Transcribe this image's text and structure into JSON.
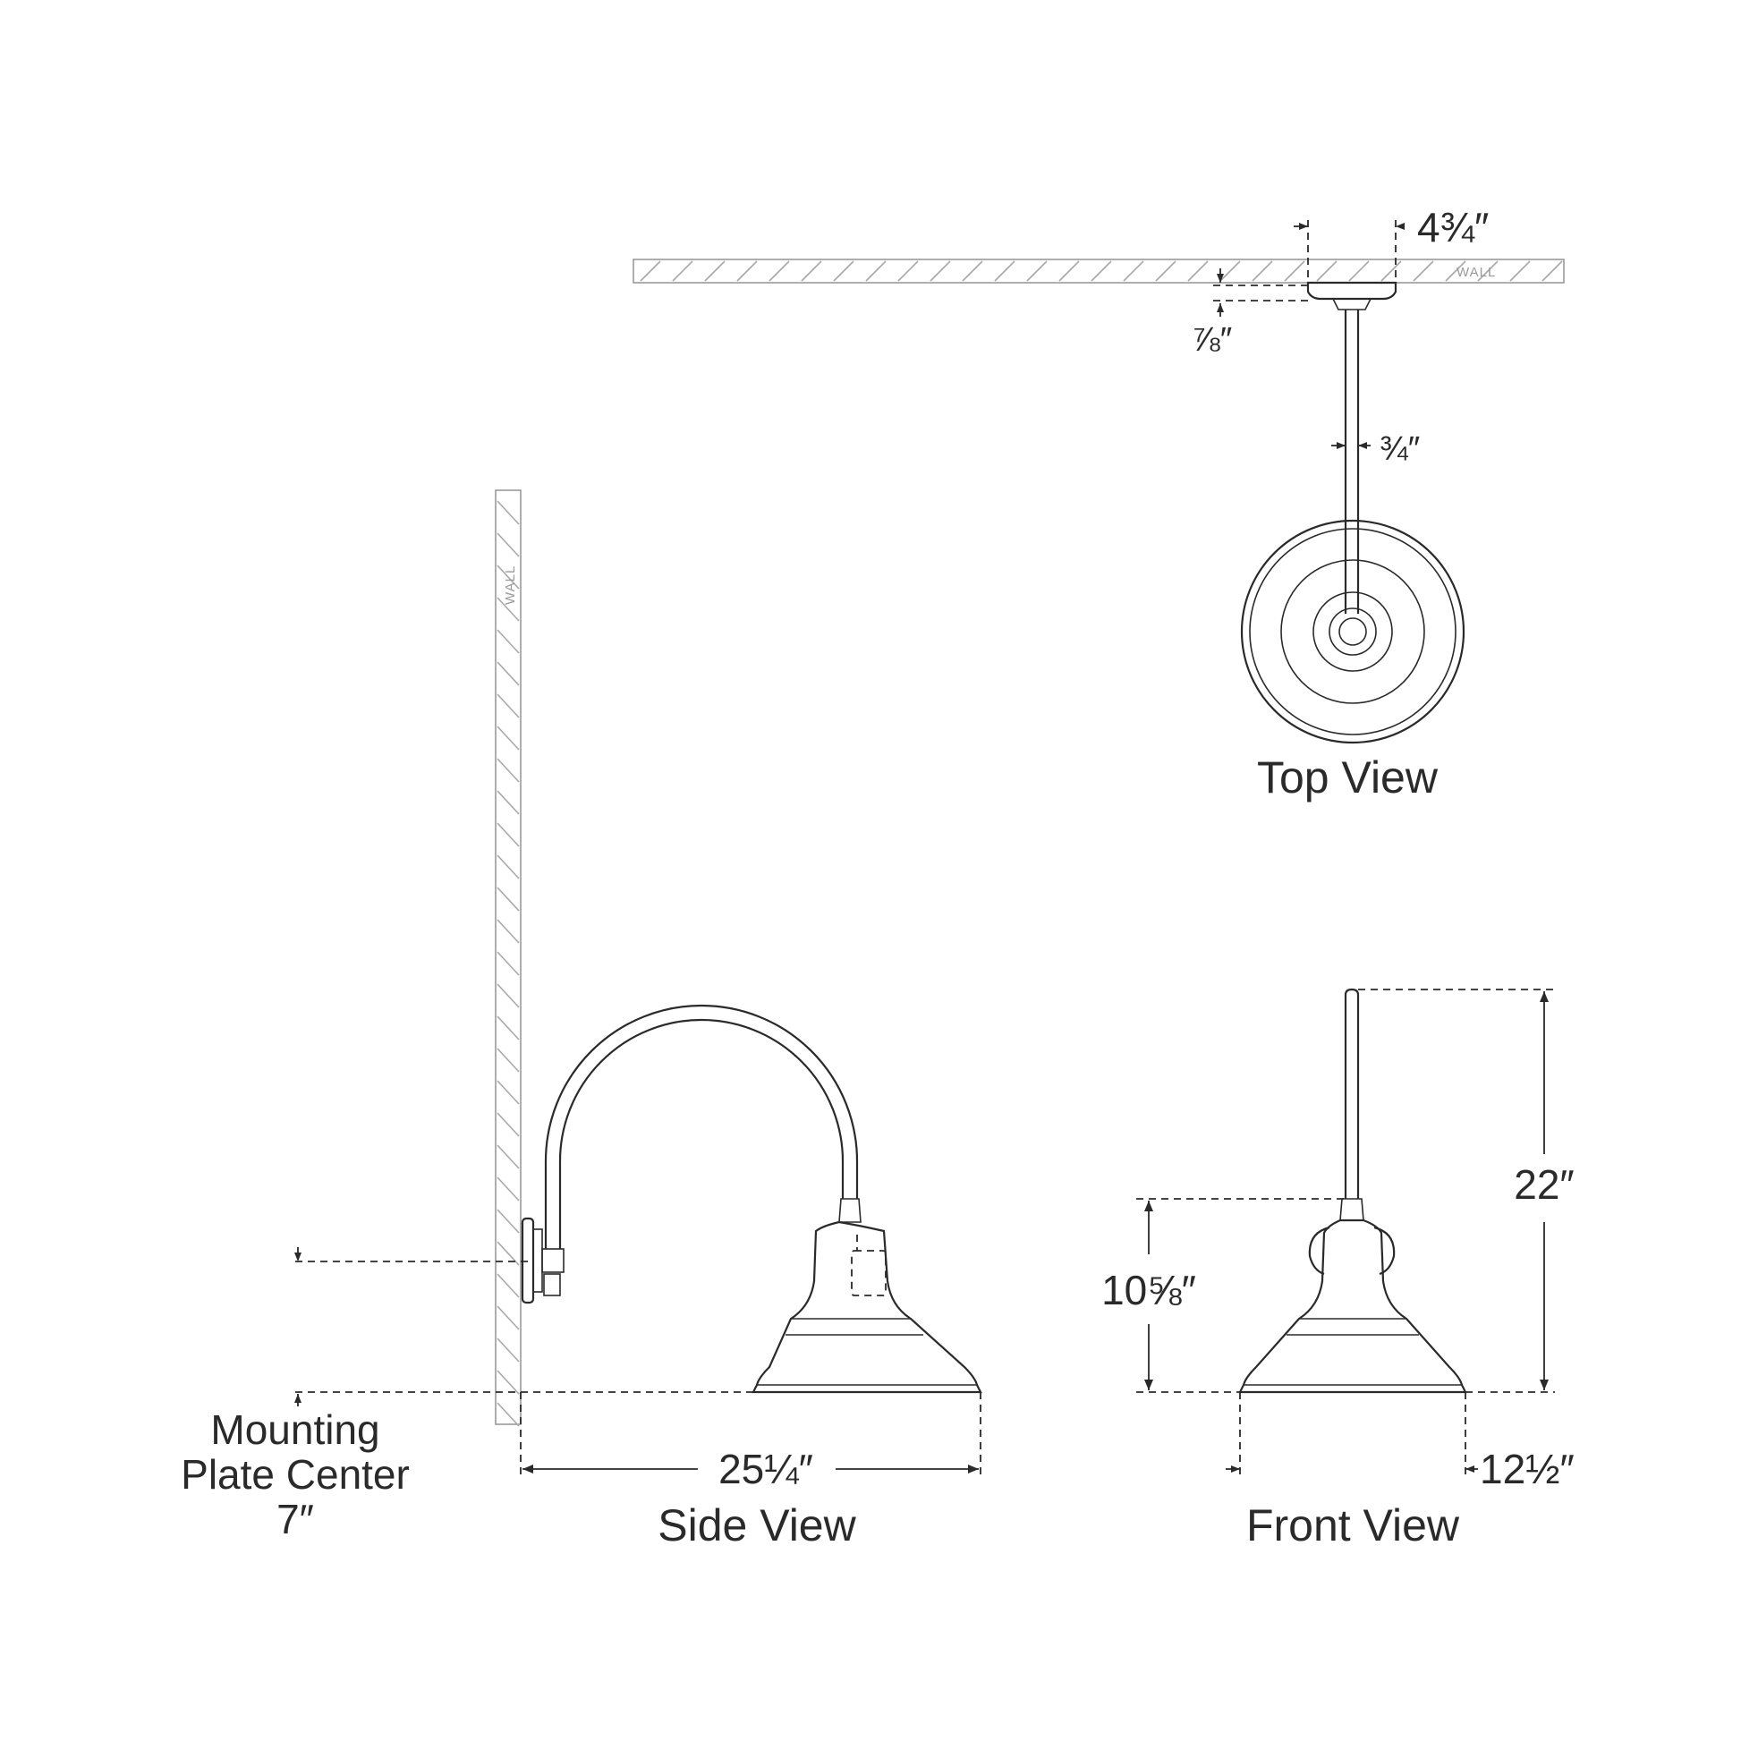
{
  "views": {
    "top_label": "Top View",
    "side_label": "Side View",
    "front_label": "Front View"
  },
  "wall_text": "WALL",
  "dimensions": {
    "backplate_width": "4¾″",
    "backplate_depth": "⅞″",
    "arm_diameter": "¾″",
    "overall_extension": "25¼″",
    "shade_height": "10⅝″",
    "overall_height": "22″",
    "shade_width": "12½″"
  },
  "mounting": {
    "line1": "Mounting",
    "line2": "Plate Center",
    "value": "7″"
  },
  "colors": {
    "line": "#2a2a2a",
    "hatch": "#a8a8a8",
    "background": "#ffffff"
  }
}
